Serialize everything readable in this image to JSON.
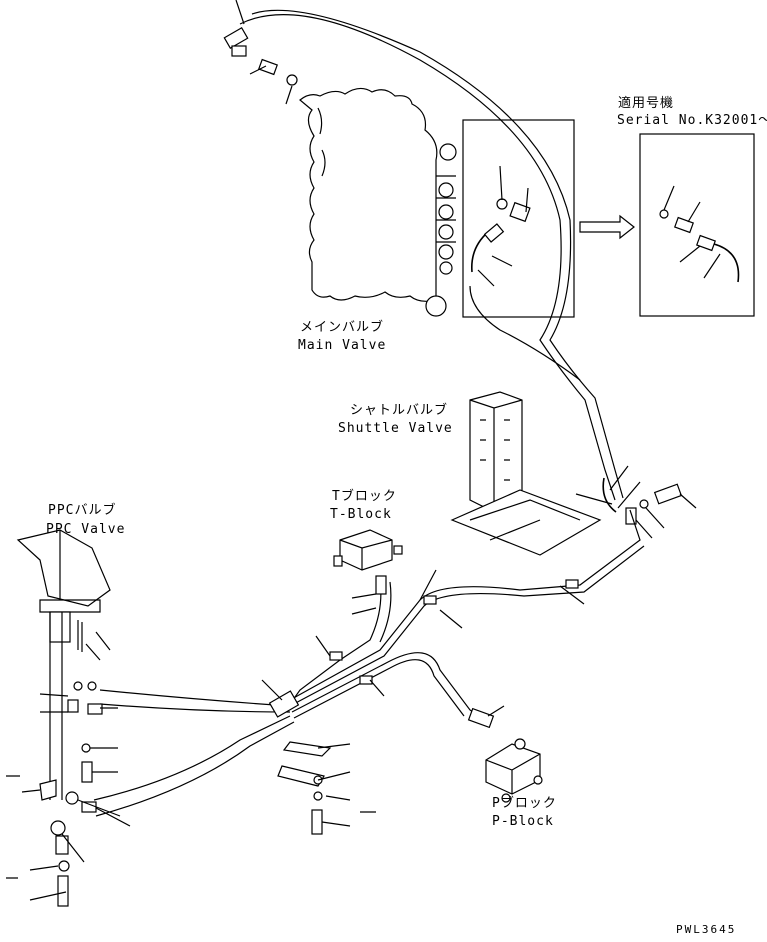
{
  "labels": {
    "main_valve_jp": "メインバルブ",
    "main_valve_en": "Main Valve",
    "shuttle_valve_jp": "シャトルバルブ",
    "shuttle_valve_en": "Shuttle Valve",
    "ppc_valve_jp": "PPCバルブ",
    "ppc_valve_en": "PPC Valve",
    "t_block_jp": "Tブロック",
    "t_block_en": "T-Block",
    "p_block_jp": "Pブロック",
    "p_block_en": "P-Block",
    "applicable_jp": "適用号機",
    "serial": "Serial No.K32001～",
    "drawing_no": "PWL3645"
  }
}
